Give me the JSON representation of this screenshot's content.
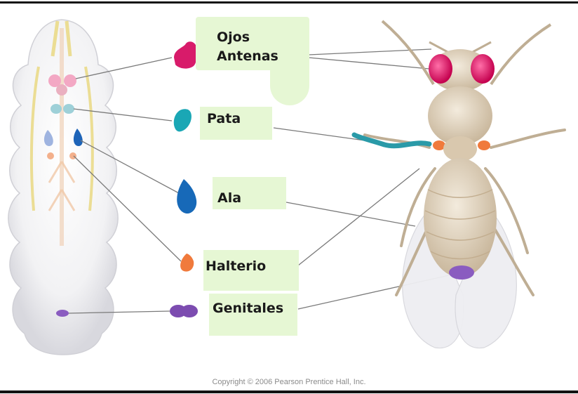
{
  "labels": {
    "ojos": "Ojos",
    "antenas": "Antenas",
    "pata": "Pata",
    "ala": "Ala",
    "halterio": "Halterio",
    "genitales": "Genitales"
  },
  "copyright": "Copyright © 2006 Pearson Prentice Hall, Inc.",
  "colors": {
    "eye_antenna_disc": "#d81b6a",
    "leg_disc": "#1aa7b5",
    "wing_disc": "#1769b8",
    "haltere_disc": "#f07a3c",
    "genital_disc": "#7c4cb0",
    "label_background": "#e6f7d4"
  }
}
